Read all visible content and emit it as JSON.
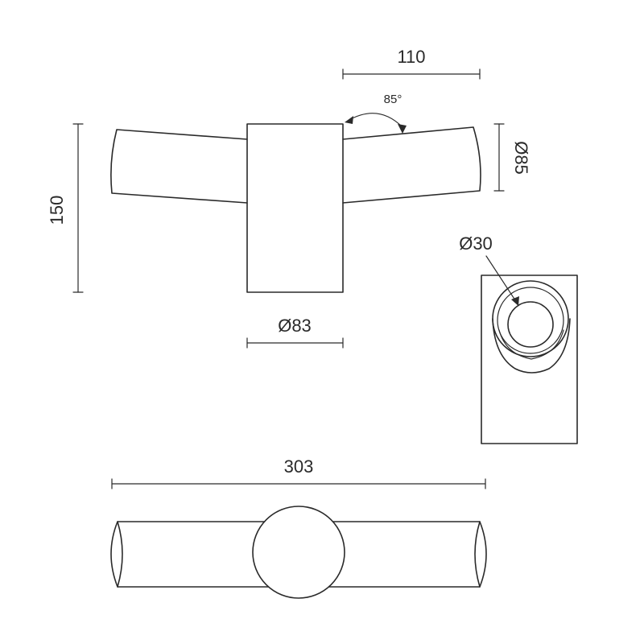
{
  "dimensions": {
    "height": "150",
    "top_width": "110",
    "angle": "85°",
    "diameter_arm": "Ø85",
    "diameter_body": "Ø83",
    "diameter_hole": "Ø30",
    "total_width": "303"
  },
  "colors": {
    "line": "#2a2a2a",
    "background": "#ffffff"
  }
}
